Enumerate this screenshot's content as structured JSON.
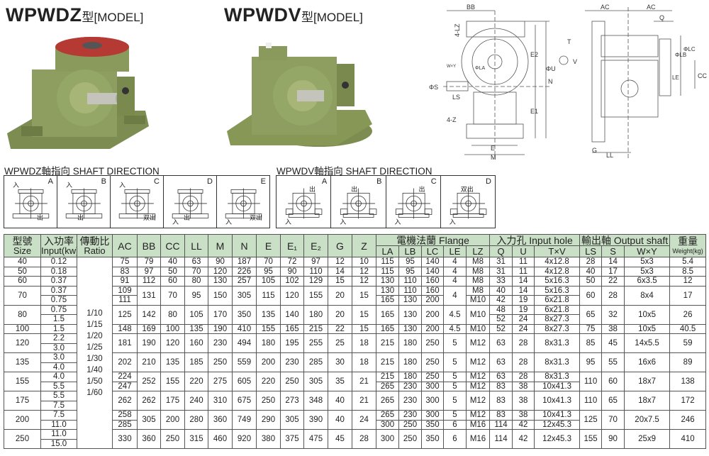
{
  "models": [
    {
      "name": "WPWDZ",
      "suffix": "型[MODEL]"
    },
    {
      "name": "WPWDV",
      "suffix": "型[MODEL]"
    }
  ],
  "drawing": {
    "front_labels": [
      "BB",
      "4-LZ",
      "W×Y",
      "ΦLA",
      "E2",
      "N",
      "ΦS",
      "LS",
      "E1",
      "4-Z",
      "E",
      "M"
    ],
    "key_labels": [
      "T",
      "V",
      "ΦU"
    ],
    "side_labels": [
      "AC",
      "AC",
      "Q",
      "ΦLB",
      "ΦLC",
      "CC",
      "LE",
      "G",
      "LL"
    ]
  },
  "shaft_direction": {
    "z_title": "WPWDZ軸指向  SHAFT DIRECTION",
    "v_title": "WPWDV軸指向  SHAFT DIRECTION",
    "z_boxes": [
      {
        "letter": "A",
        "in": "入",
        "out": "出"
      },
      {
        "letter": "B",
        "in": "入",
        "out": "出"
      },
      {
        "letter": "C",
        "in": "入",
        "out": "双出"
      },
      {
        "letter": "D",
        "in": "入",
        "out": "出"
      },
      {
        "letter": "E",
        "in": "入",
        "out": "双出"
      }
    ],
    "v_boxes": [
      {
        "letter": "A",
        "in": "入",
        "out": "出"
      },
      {
        "letter": "B",
        "in": "入",
        "out": "出"
      },
      {
        "letter": "C",
        "in": "入",
        "out": "出"
      },
      {
        "letter": "D",
        "in": "入",
        "out": "双出"
      }
    ]
  },
  "colors": {
    "header_bg": "#c9dfc6",
    "body_green": "#8a9b5e",
    "flange_red": "#a8302c"
  },
  "table": {
    "headers": {
      "size_cn": "型號",
      "size": "Size",
      "input_cn": "入功率",
      "input": "Input(kw)",
      "ratio_cn": "傳動比",
      "ratio": "Ratio",
      "dims": [
        "AC",
        "BB",
        "CC",
        "LL",
        "M",
        "N",
        "E",
        "E₁",
        "E₂",
        "G",
        "Z"
      ],
      "flange": "電機法蘭 Flange",
      "flange_cols": [
        "LA",
        "LB",
        "LC",
        "LE",
        "LZ"
      ],
      "input_hole": "入力孔 Input hole",
      "input_hole_cols": [
        "Q",
        "U",
        "T×V"
      ],
      "output_shaft": "輸出軸 Output shaft",
      "output_cols": [
        "LS",
        "S",
        "W×Y"
      ],
      "weight_cn": "重量",
      "weight": "Weight(kg)"
    },
    "ratios": [
      "1/10",
      "1/15",
      "1/20",
      "1/25",
      "1/30",
      "1/40",
      "1/50",
      "1/60"
    ],
    "groups": [
      {
        "size": "40",
        "input": [
          "0.12"
        ],
        "AC": "75",
        "BB": "79",
        "CC": "40",
        "LL": "63",
        "M": "90",
        "N": "187",
        "E": "70",
        "E1": "72",
        "E2": "97",
        "G": "12",
        "Z": "10",
        "LA": "115",
        "LB": "95",
        "LC": "140",
        "LE": "4",
        "LZ": "M8",
        "Q": "31",
        "U": "11",
        "TV": "4x12.8",
        "LS": "28",
        "S": "14",
        "WY": "5x3",
        "W": "5.4"
      },
      {
        "size": "50",
        "input": [
          "0.18"
        ],
        "AC": "83",
        "BB": "97",
        "CC": "50",
        "LL": "70",
        "M": "120",
        "N": "226",
        "E": "95",
        "E1": "90",
        "E2": "110",
        "G": "14",
        "Z": "12",
        "LA": "115",
        "LB": "95",
        "LC": "140",
        "LE": "4",
        "LZ": "M8",
        "Q": "31",
        "U": "11",
        "TV": "4x12.8",
        "LS": "40",
        "S": "17",
        "WY": "5x3",
        "W": "8.5"
      },
      {
        "size": "60",
        "input": [
          "0.37"
        ],
        "AC": "91",
        "BB": "112",
        "CC": "60",
        "LL": "80",
        "M": "130",
        "N": "257",
        "E": "105",
        "E1": "102",
        "E2": "129",
        "G": "15",
        "Z": "12",
        "LA": "130",
        "LB": "110",
        "LC": "160",
        "LE": "4",
        "LZ": "M8",
        "Q": "33",
        "U": "14",
        "TV": "5x16.3",
        "LS": "50",
        "S": "22",
        "WY": "6x3.5",
        "W": "12"
      },
      {
        "size": "70",
        "input": [
          "0.37",
          "0.75"
        ],
        "AC": [
          "109",
          "111"
        ],
        "BB": "131",
        "CC": "70",
        "LL": "95",
        "M": "150",
        "N": "305",
        "E": "115",
        "E1": "120",
        "E2": "155",
        "G": "20",
        "Z": "15",
        "LA": [
          "130",
          "165"
        ],
        "LB": [
          "110",
          "130"
        ],
        "LC": [
          "160",
          "200"
        ],
        "LE": "4",
        "LZ": [
          "M8",
          "M10"
        ],
        "Q": [
          "40",
          "42"
        ],
        "U": [
          "14",
          "19"
        ],
        "TV": [
          "5x16.3",
          "6x21.8"
        ],
        "LS": "60",
        "S": "28",
        "WY": "8x4",
        "W": "17"
      },
      {
        "size": "80",
        "input": [
          "0.75",
          "1.5"
        ],
        "AC": "125",
        "BB": "142",
        "CC": "80",
        "LL": "105",
        "M": "170",
        "N": "350",
        "E": "135",
        "E1": "140",
        "E2": "180",
        "G": "20",
        "Z": "15",
        "LA": "165",
        "LB": "130",
        "LC": "200",
        "LE": "4.5",
        "LZ": "M10",
        "Q": [
          "48",
          "52"
        ],
        "U": [
          "19",
          "24"
        ],
        "TV": [
          "6x21.8",
          "8x27.3"
        ],
        "LS": "65",
        "S": "32",
        "WY": "10x5",
        "W": "26"
      },
      {
        "size": "100",
        "input": [
          "1.5"
        ],
        "AC": "148",
        "BB": "169",
        "CC": "100",
        "LL": "135",
        "M": "190",
        "N": "410",
        "E": "155",
        "E1": "165",
        "E2": "215",
        "G": "22",
        "Z": "15",
        "LA": "165",
        "LB": "130",
        "LC": "200",
        "LE": "4.5",
        "LZ": "M10",
        "Q": "52",
        "U": "24",
        "TV": "8x27.3",
        "LS": "75",
        "S": "38",
        "WY": "10x5",
        "W": "40.5"
      },
      {
        "size": "120",
        "input": [
          "2.2",
          "3.0"
        ],
        "AC": "181",
        "BB": "190",
        "CC": "120",
        "LL": "160",
        "M": "230",
        "N": "494",
        "E": "180",
        "E1": "195",
        "E2": "255",
        "G": "25",
        "Z": "18",
        "LA": "215",
        "LB": "180",
        "LC": "250",
        "LE": "5",
        "LZ": "M12",
        "Q": "63",
        "U": "28",
        "TV": "8x31.3",
        "LS": "85",
        "S": "45",
        "WY": "14x5.5",
        "W": "59"
      },
      {
        "size": "135",
        "input": [
          "3.0",
          "4.0"
        ],
        "AC": "202",
        "BB": "210",
        "CC": "135",
        "LL": "185",
        "M": "250",
        "N": "559",
        "E": "200",
        "E1": "230",
        "E2": "285",
        "G": "30",
        "Z": "18",
        "LA": "215",
        "LB": "180",
        "LC": "250",
        "LE": "5",
        "LZ": "M12",
        "Q": "63",
        "U": "28",
        "TV": "8x31.3",
        "LS": "95",
        "S": "55",
        "WY": "16x6",
        "W": "89"
      },
      {
        "size": "155",
        "input": [
          "4.0",
          "5.5"
        ],
        "AC": [
          "224",
          "247"
        ],
        "BB": "252",
        "CC": "155",
        "LL": "220",
        "M": "275",
        "N": "605",
        "E": "220",
        "E1": "250",
        "E2": "305",
        "G": "35",
        "Z": "21",
        "LA": [
          "215",
          "265"
        ],
        "LB": [
          "180",
          "230"
        ],
        "LC": [
          "250",
          "300"
        ],
        "LE": [
          "5",
          "5"
        ],
        "LZ": [
          "M12",
          "M12"
        ],
        "Q": [
          "63",
          "83"
        ],
        "U": [
          "28",
          "38"
        ],
        "TV": [
          "8x31.3",
          "10x41.3"
        ],
        "LS": "110",
        "S": "60",
        "WY": "18x7",
        "W": "138"
      },
      {
        "size": "175",
        "input": [
          "5.5",
          "7.5"
        ],
        "AC": "262",
        "BB": "262",
        "CC": "175",
        "LL": "240",
        "M": "310",
        "N": "675",
        "E": "250",
        "E1": "273",
        "E2": "348",
        "G": "40",
        "Z": "21",
        "LA": "265",
        "LB": "230",
        "LC": "300",
        "LE": "5",
        "LZ": "M12",
        "Q": "83",
        "U": "38",
        "TV": "10x41.3",
        "LS": "110",
        "S": "65",
        "WY": "18x7",
        "W": "172"
      },
      {
        "size": "200",
        "input": [
          "7.5",
          "11.0"
        ],
        "AC": [
          "258",
          "285"
        ],
        "BB": "305",
        "CC": "200",
        "LL": "280",
        "M": "360",
        "N": "749",
        "E": "290",
        "E1": "305",
        "E2": "390",
        "G": "40",
        "Z": "24",
        "LA": [
          "265",
          "300"
        ],
        "LB": [
          "230",
          "250"
        ],
        "LC": [
          "300",
          "350"
        ],
        "LE": [
          "5",
          "6"
        ],
        "LZ": [
          "M12",
          "M16"
        ],
        "Q": [
          "83",
          "114"
        ],
        "U": [
          "38",
          "42"
        ],
        "TV": [
          "10x41.3",
          "12x45.3"
        ],
        "LS": "125",
        "S": "70",
        "WY": "20x7.5",
        "W": "246"
      },
      {
        "size": "250",
        "input": [
          "11.0",
          "15.0"
        ],
        "AC": "330",
        "BB": "360",
        "CC": "250",
        "LL": "315",
        "M": "460",
        "N": "920",
        "E": "380",
        "E1": "375",
        "E2": "475",
        "G": "45",
        "Z": "28",
        "LA": "300",
        "LB": "250",
        "LC": "350",
        "LE": "6",
        "LZ": "M16",
        "Q": "114",
        "U": "42",
        "TV": "12x45.3",
        "LS": "155",
        "S": "90",
        "WY": "25x9",
        "W": "410"
      }
    ]
  }
}
